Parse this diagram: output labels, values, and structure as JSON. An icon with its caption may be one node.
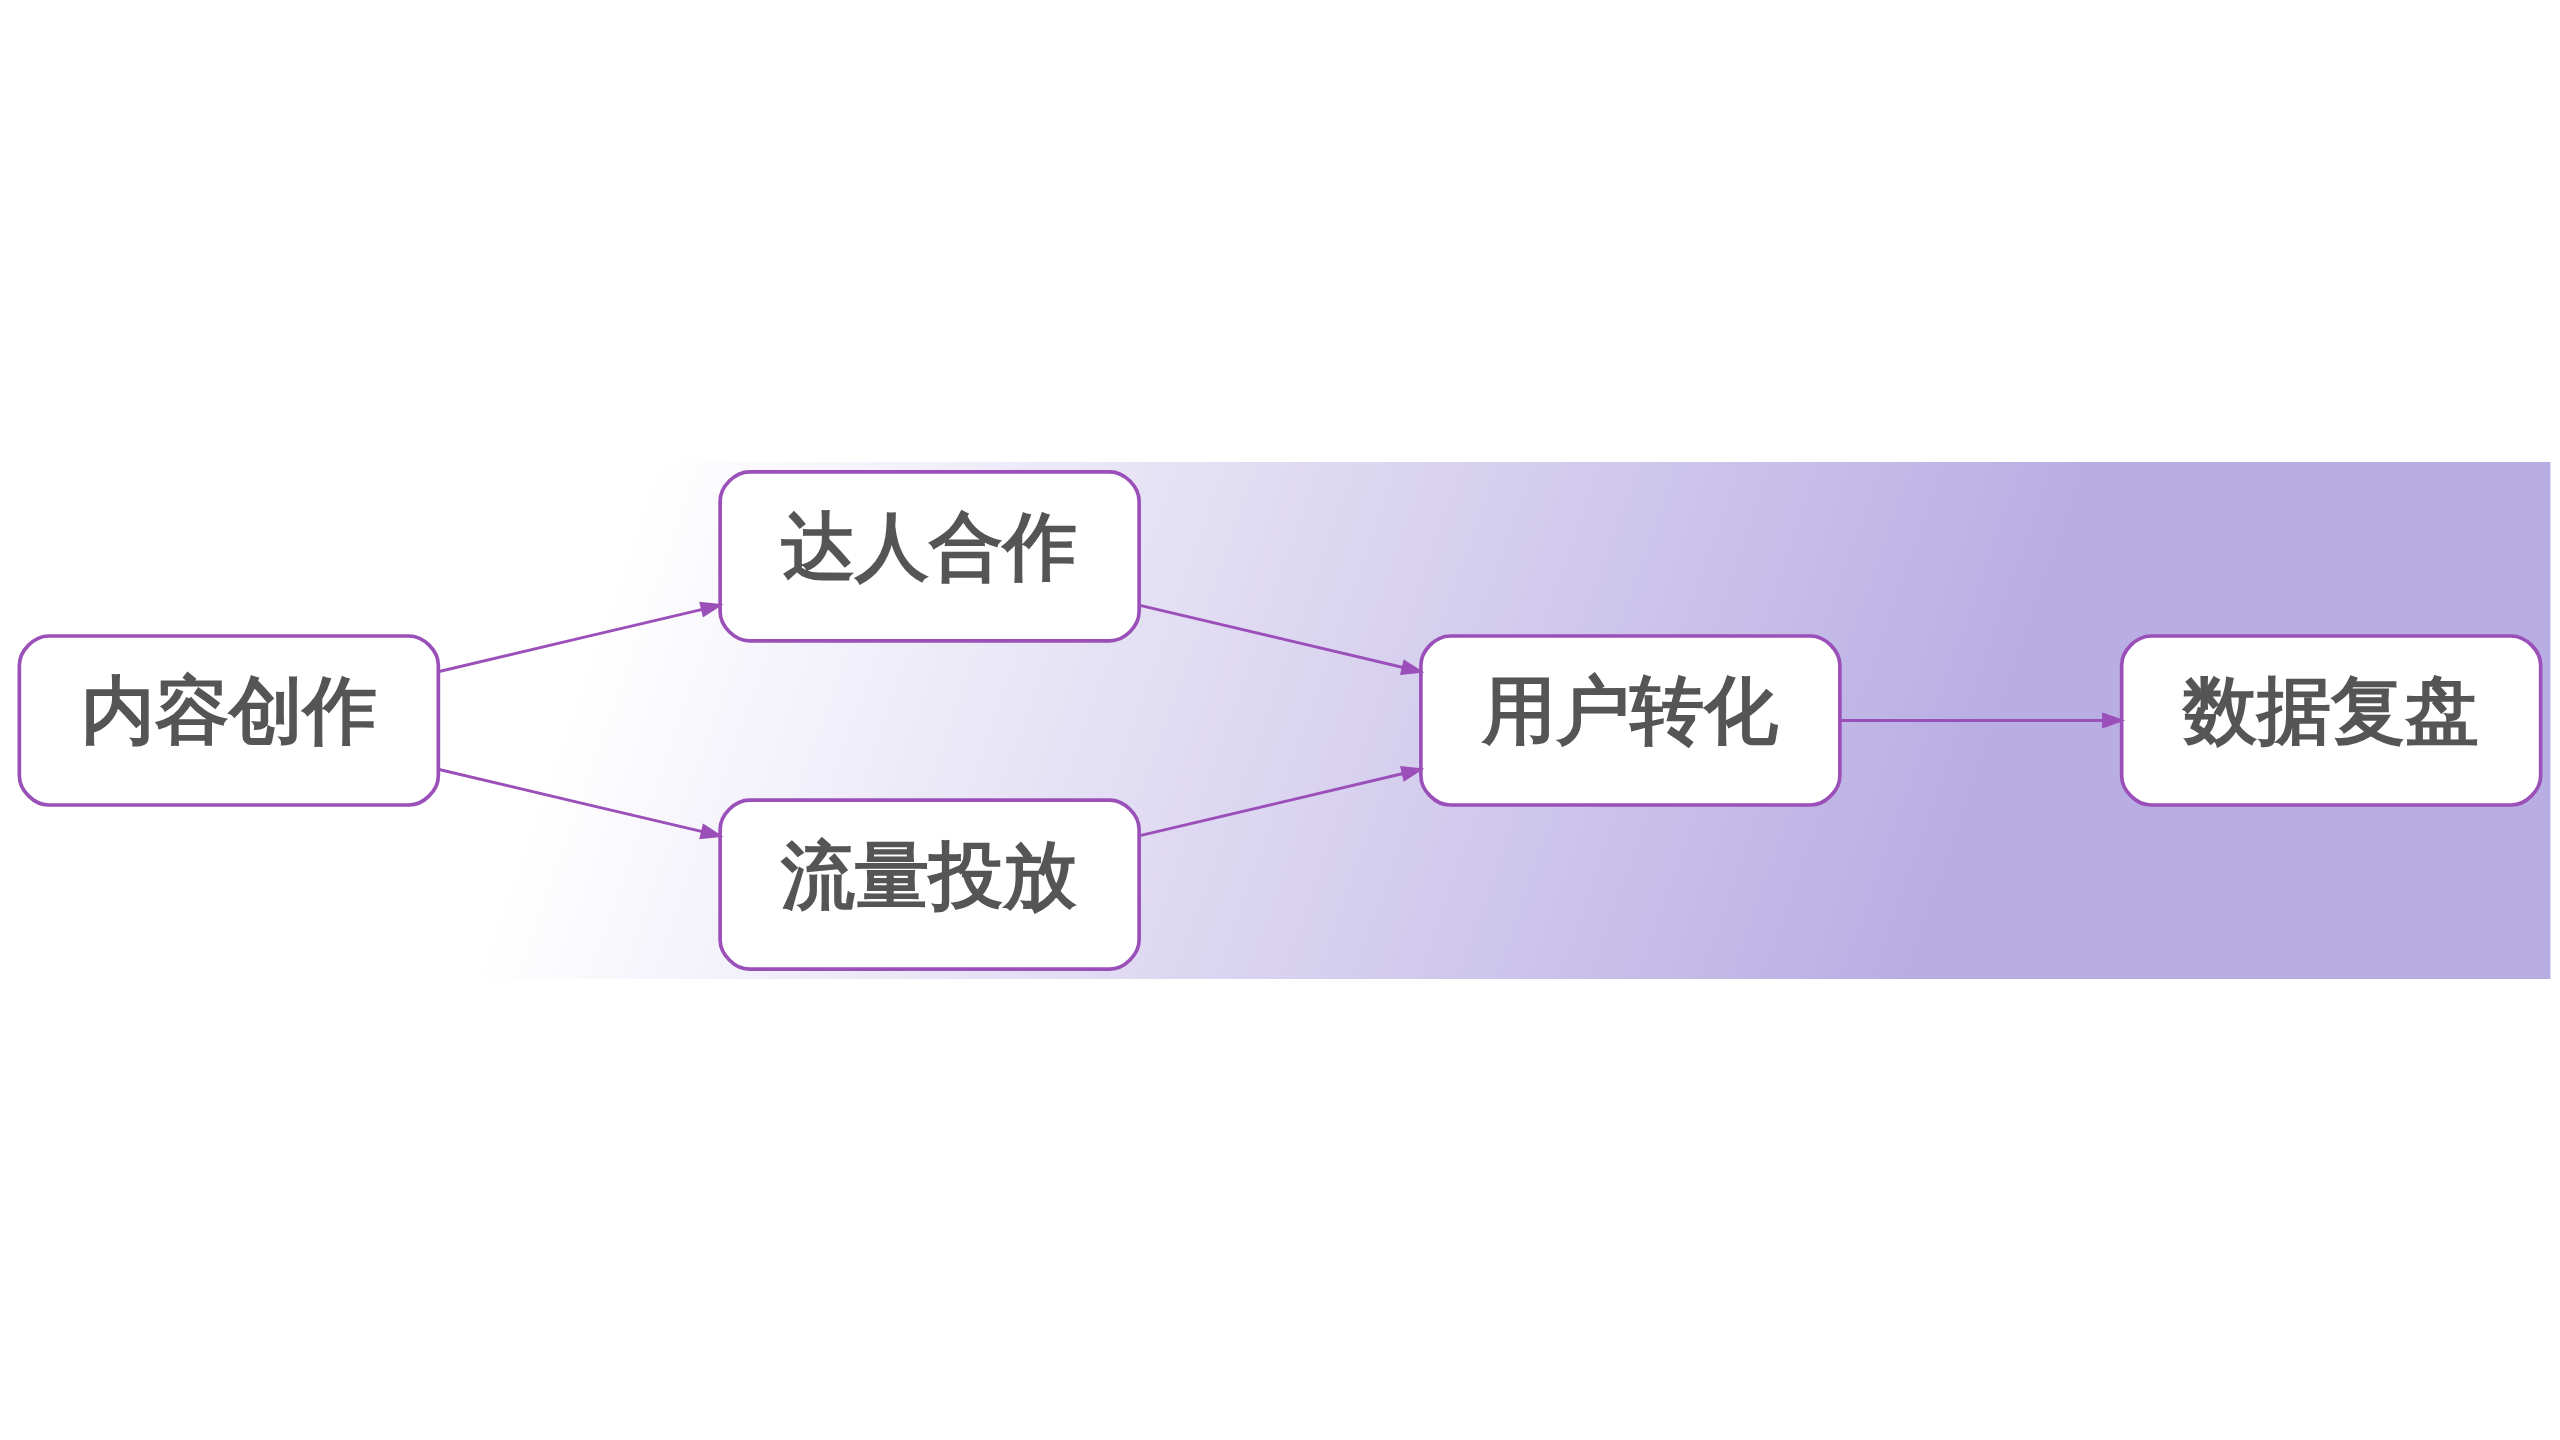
{
  "diagram": {
    "nodes": [
      {
        "text": [
          "内容创作"
        ]
      },
      {
        "text": [
          "达人合作"
        ]
      },
      {
        "text": [
          "流量投放"
        ]
      },
      {
        "text": [
          "用户转化"
        ]
      },
      {
        "text": [
          "数据复盘"
        ]
      }
    ],
    "edges": [
      {
        "from": 0,
        "to": 1,
        "arrow": "to"
      },
      {
        "from": 0,
        "to": 2,
        "arrow": "to"
      },
      {
        "from": 1,
        "to": 3,
        "arrow": "to"
      },
      {
        "from": 2,
        "to": 3,
        "arrow": "to"
      },
      {
        "from": 3,
        "to": 4,
        "arrow": "to"
      }
    ]
  }
}
